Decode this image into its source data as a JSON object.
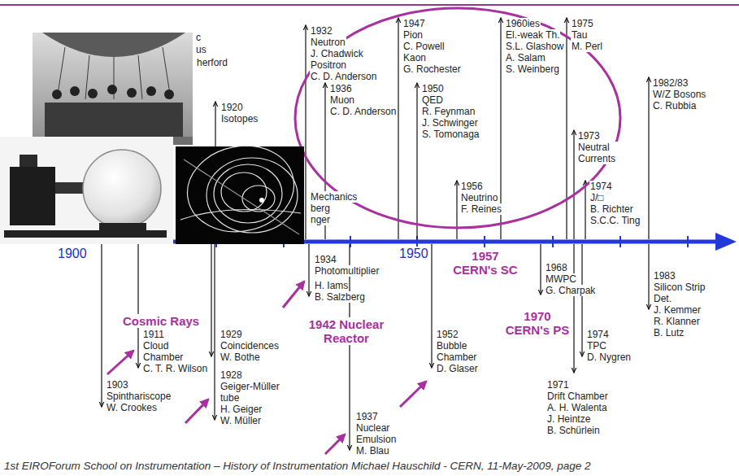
{
  "diagram": {
    "caption": "1st EIROForum School on Instrumentation – History of Instrumentation Michael Hauschild - CERN, 11-May-2009, page 2",
    "labels": [
      "c",
      "us",
      "herford",
      "1920",
      "Isotopes",
      "1932",
      "Neutron",
      "J. Chadwick",
      "Positron",
      "C. D. Anderson",
      "1936",
      "Muon",
      "C. D. Anderson",
      "Mechanics",
      "berg",
      "nger",
      "1947",
      "Pion",
      "C. Powell",
      "Kaon",
      "G. Rochester",
      "1950",
      "QED",
      "R. Feynman",
      "J. Schwinger",
      "S. Tomonaga",
      "1956",
      "Neutrino",
      "F. Reines",
      "1960ies",
      "El.-weak Th.",
      "S.L. Glashow",
      "A. Salam",
      "S. Weinberg",
      "1975",
      "Tau",
      "M. Perl",
      "1973",
      "Neutral Currents",
      "1974",
      "J/□",
      "B. Richter",
      "S.C.C. Ting",
      "1982/83",
      "W/Z Bosons",
      "C. Rubbia",
      "1900",
      "1950",
      "1903",
      "Spinthariscope",
      "W. Crookes",
      "Cosmic Rays",
      "1911",
      "Cloud Chamber",
      "C. T. R. Wilson",
      "1929",
      "Coincidences",
      "W. Bothe",
      "1928",
      "Geiger-Müller tube",
      "H. Geiger",
      "W. Müller",
      "1934",
      "Photomultiplier",
      "H. Iams",
      "B. Salzberg",
      "1942 Nuclear Reactor",
      "1937",
      "Nuclear Emulsion",
      "M. Blau",
      "1952",
      "Bubble Chamber",
      "D. Glaser",
      "1957 CERN's SC",
      "1968",
      "MWPC",
      "G. Charpak",
      "1970 CERN's PS",
      "1974",
      "TPC",
      "D. Nygren",
      "1971",
      "Drift Chamber",
      "A. H. Walenta",
      "J. Heintze",
      "B. Schürlein",
      "1983",
      "Silicon Strip Det.",
      "J. Kemmer",
      "R. Klanner",
      "B. Lutz"
    ]
  }
}
